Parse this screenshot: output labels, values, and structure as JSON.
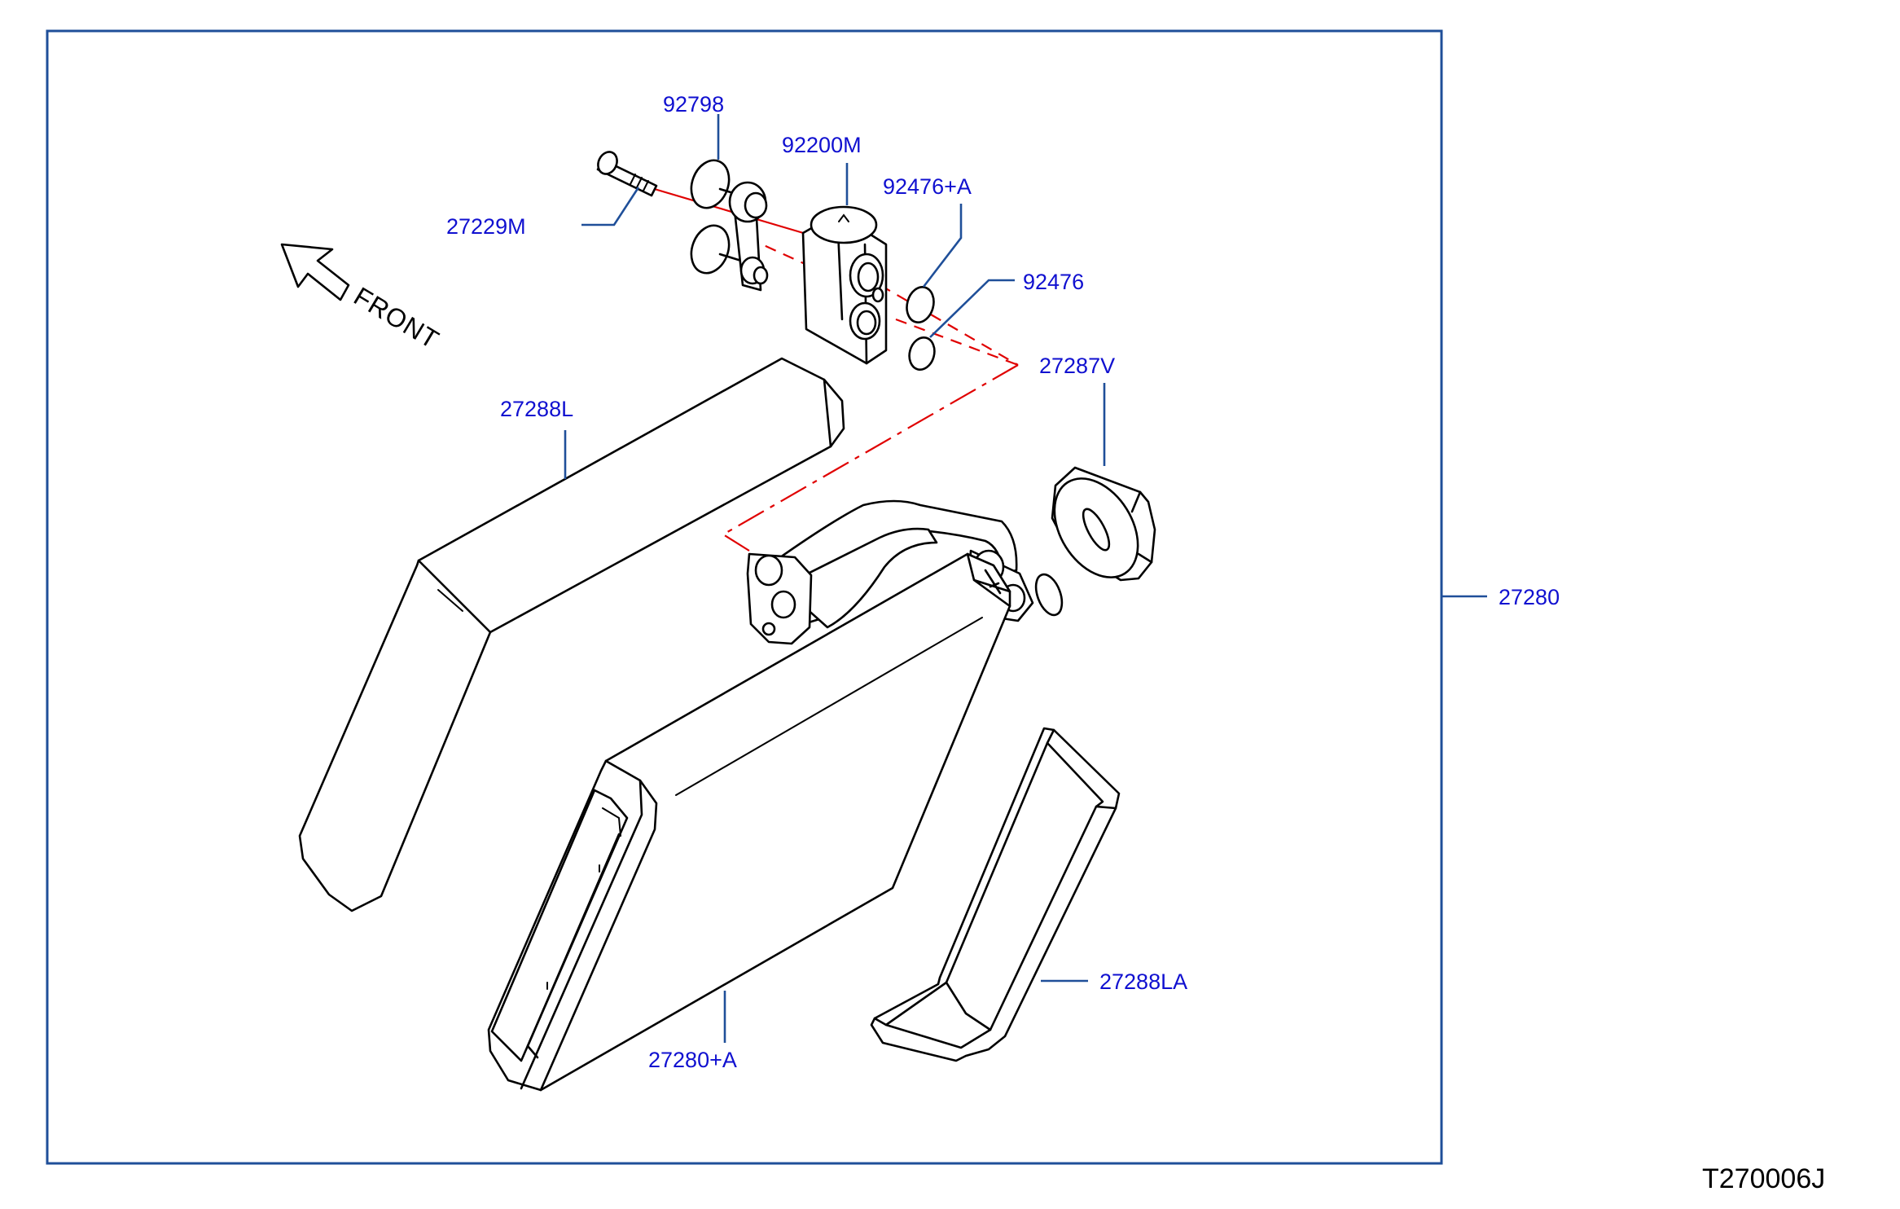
{
  "drawing_code": "T270006J",
  "front_label": "FRONT",
  "callouts": {
    "bolt": "27229M",
    "washer": "92798",
    "valve": "92200M",
    "oring_a": "92476+A",
    "oring": "92476",
    "seal": "27287V",
    "case_left": "27288L",
    "kit": "27280",
    "core": "27280+A",
    "case_lower": "27288LA"
  },
  "colors": {
    "callout_text": "#1010d0",
    "leader_line": "#1f4f99",
    "center_line": "#e00000",
    "part_outline": "#000000"
  }
}
